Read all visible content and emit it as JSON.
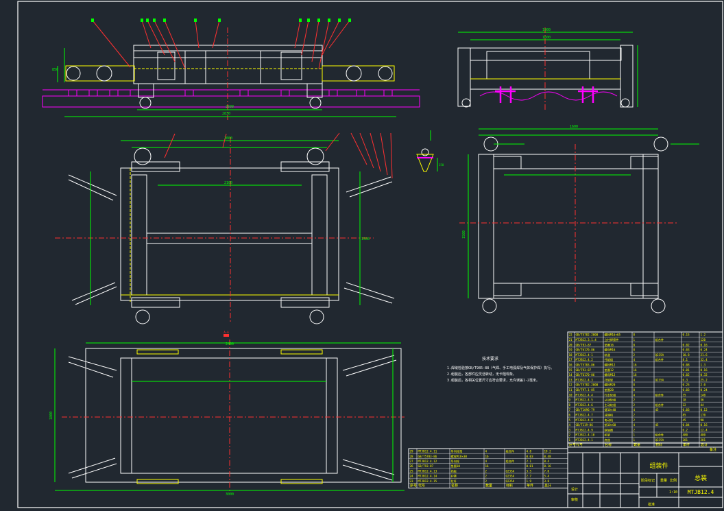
{
  "colors": {
    "background": "#212830",
    "outline": "#ffffff",
    "dimension": "#00ff00",
    "leader": "#ff3030",
    "rail": "#ff00ff",
    "hidden": "#ffff00",
    "center": "#ff3030",
    "cyan": "#00ffff"
  },
  "tech_notes": {
    "title": "技术要求",
    "lines": [
      "1.焊缝检验按GB/T985-88（气焊、手工电弧焊及气体保护焊）执行。",
      "2.组装后，各部件应灵活转动，无卡阻现象。",
      "3.组装后，各相关位置尺寸应符合要求，允许误差1-2毫米。"
    ]
  },
  "title_block": {
    "part_name": "组装件",
    "drawing_type": "总装",
    "drawing_no": "MTJB12.4",
    "labels": {
      "seq": "序号",
      "code": "代号",
      "name": "名称",
      "qty": "数量",
      "material": "材料",
      "single": "单件",
      "total": "总计",
      "weight": "重量",
      "remark": "备注",
      "stage": "阶段标记",
      "mass": "重量",
      "scale": "比例",
      "scale_value": "1:10",
      "designer": "设计",
      "checker": "审核",
      "approver": "批准"
    }
  },
  "bom_right": [
    {
      "no": "22",
      "code": "GB/T5782-2000",
      "name": "螺栓M16×65",
      "qty": "8",
      "mat": "",
      "w": "0.15",
      "t": "1.2"
    },
    {
      "no": "21",
      "code": "MTJB12.3.1.4",
      "name": "立柱焊接件",
      "qty": "1",
      "mat": "组合件",
      "w": "",
      "t": "120"
    },
    {
      "no": "20",
      "code": "GB/T93-87",
      "name": "垫圈16",
      "qty": "8",
      "mat": "",
      "w": "0.02",
      "t": "0.16"
    },
    {
      "no": "19",
      "code": "GB/T6170-86",
      "name": "螺母M16",
      "qty": "8",
      "mat": "",
      "w": "0.03",
      "t": "0.24"
    },
    {
      "no": "18",
      "code": "MTJB12.4-1",
      "name": "轨道",
      "qty": "2",
      "mat": "Q235A",
      "w": "10.8",
      "t": "21.6"
    },
    {
      "no": "17",
      "code": "MTJB12.4.2",
      "name": "托辊组",
      "qty": "4",
      "mat": "组合件",
      "w": "8.1",
      "t": "32.4"
    },
    {
      "no": "16",
      "code": "GB/T5783-86",
      "name": "螺栓M12",
      "qty": "16",
      "mat": "",
      "w": "0.08",
      "t": "1.3"
    },
    {
      "no": "15",
      "code": "GB/T93-87",
      "name": "垫圈12",
      "qty": "16",
      "mat": "",
      "w": "0.01",
      "t": "0.16"
    },
    {
      "no": "14",
      "code": "GB/T6170-86",
      "name": "螺母M12",
      "qty": "16",
      "mat": "",
      "w": "0.02",
      "t": "0.32"
    },
    {
      "no": "13",
      "code": "MTJB12.4.3",
      "name": "托辊架",
      "qty": "4",
      "mat": "Q235A",
      "w": "6.3",
      "t": "25.2"
    },
    {
      "no": "12",
      "code": "GB/T5782-2000",
      "name": "螺栓M20",
      "qty": "8",
      "mat": "",
      "w": "0.25",
      "t": "2.0"
    },
    {
      "no": "11",
      "code": "GB/T97.1-85",
      "name": "垫圈20",
      "qty": "8",
      "mat": "",
      "w": "0.03",
      "t": "0.24"
    },
    {
      "no": "10",
      "code": "MTJB12.4.4",
      "name": "行走轮组",
      "qty": "4",
      "mat": "组合件",
      "w": "35",
      "t": "140"
    },
    {
      "no": "9",
      "code": "MTJB12.4.5",
      "name": "从动轮组",
      "qty": "2",
      "mat": "",
      "w": "18",
      "t": "36"
    },
    {
      "no": "8",
      "code": "MTJB12.4.6",
      "name": "主动轮组",
      "qty": "2",
      "mat": "组合件",
      "w": "22",
      "t": "44"
    },
    {
      "no": "7",
      "code": "GB/T1096-79",
      "name": "键10×40",
      "qty": "4",
      "mat": "45",
      "w": "0.03",
      "t": "0.12"
    },
    {
      "no": "6",
      "code": "MTJB12.4.7",
      "name": "减速机",
      "qty": "2",
      "mat": "",
      "w": "85",
      "t": "170"
    },
    {
      "no": "5",
      "code": "MTJB12.4.8",
      "name": "电动机",
      "qty": "2",
      "mat": "",
      "w": "45",
      "t": "90"
    },
    {
      "no": "4",
      "code": "GB/T119-86",
      "name": "销10×60",
      "qty": "4",
      "mat": "45",
      "w": "0.04",
      "t": "0.16"
    },
    {
      "no": "3",
      "code": "MTJB12.4.9",
      "name": "联轴器",
      "qty": "2",
      "mat": "",
      "w": "6.2",
      "t": "12.4"
    },
    {
      "no": "2",
      "code": "MTJB12.4.10",
      "name": "机架",
      "qty": "1",
      "mat": "组合件",
      "w": "480",
      "t": "480"
    },
    {
      "no": "1",
      "code": "MTJB12.4.1",
      "name": "底座",
      "qty": "1",
      "mat": "Q235A",
      "w": "281",
      "t": "281"
    }
  ],
  "bom_left": [
    {
      "no": "29",
      "code": "MTJB12.4.11",
      "name": "导向轮架",
      "qty": "4",
      "mat": "组合件",
      "w": "4.8",
      "t": "19.2"
    },
    {
      "no": "28",
      "code": "GB/T5783-86",
      "name": "螺栓M10×30",
      "qty": "16",
      "mat": "",
      "w": "0.03",
      "t": "0.48"
    },
    {
      "no": "27",
      "code": "MTJB12.4.12",
      "name": "导向轮",
      "qty": "4",
      "mat": "组合件",
      "w": "2.1",
      "t": "8.4"
    },
    {
      "no": "26",
      "code": "GB/T93-87",
      "name": "垫圈10",
      "qty": "16",
      "mat": "",
      "w": "0.01",
      "t": "0.16"
    },
    {
      "no": "25",
      "code": "MTJB12.4.13",
      "name": "挡板",
      "qty": "2",
      "mat": "Q235A",
      "w": "3.5",
      "t": "7.0"
    },
    {
      "no": "24",
      "code": "MTJB12.4.14",
      "name": "护罩",
      "qty": "2",
      "mat": "Q235A",
      "w": "2.7",
      "t": "5.4"
    },
    {
      "no": "23",
      "code": "MTJB12.4.15",
      "name": "拉杆",
      "qty": "2",
      "mat": "Q235A",
      "w": "1.9",
      "t": "3.8"
    }
  ],
  "dims": {
    "front_total": "2830",
    "front_bottom": "2600",
    "front_h": "850",
    "top_span": "2600",
    "top_inner": "2100",
    "top_height": "1500",
    "side_total": "1900",
    "side_inner": "1600",
    "bottom_total": "3000",
    "bottom_inner": "2400",
    "bottom_h": "1800",
    "right_total": "1600",
    "right_h": "1500",
    "bracket_h": "150",
    "section_mark": "A-A"
  }
}
